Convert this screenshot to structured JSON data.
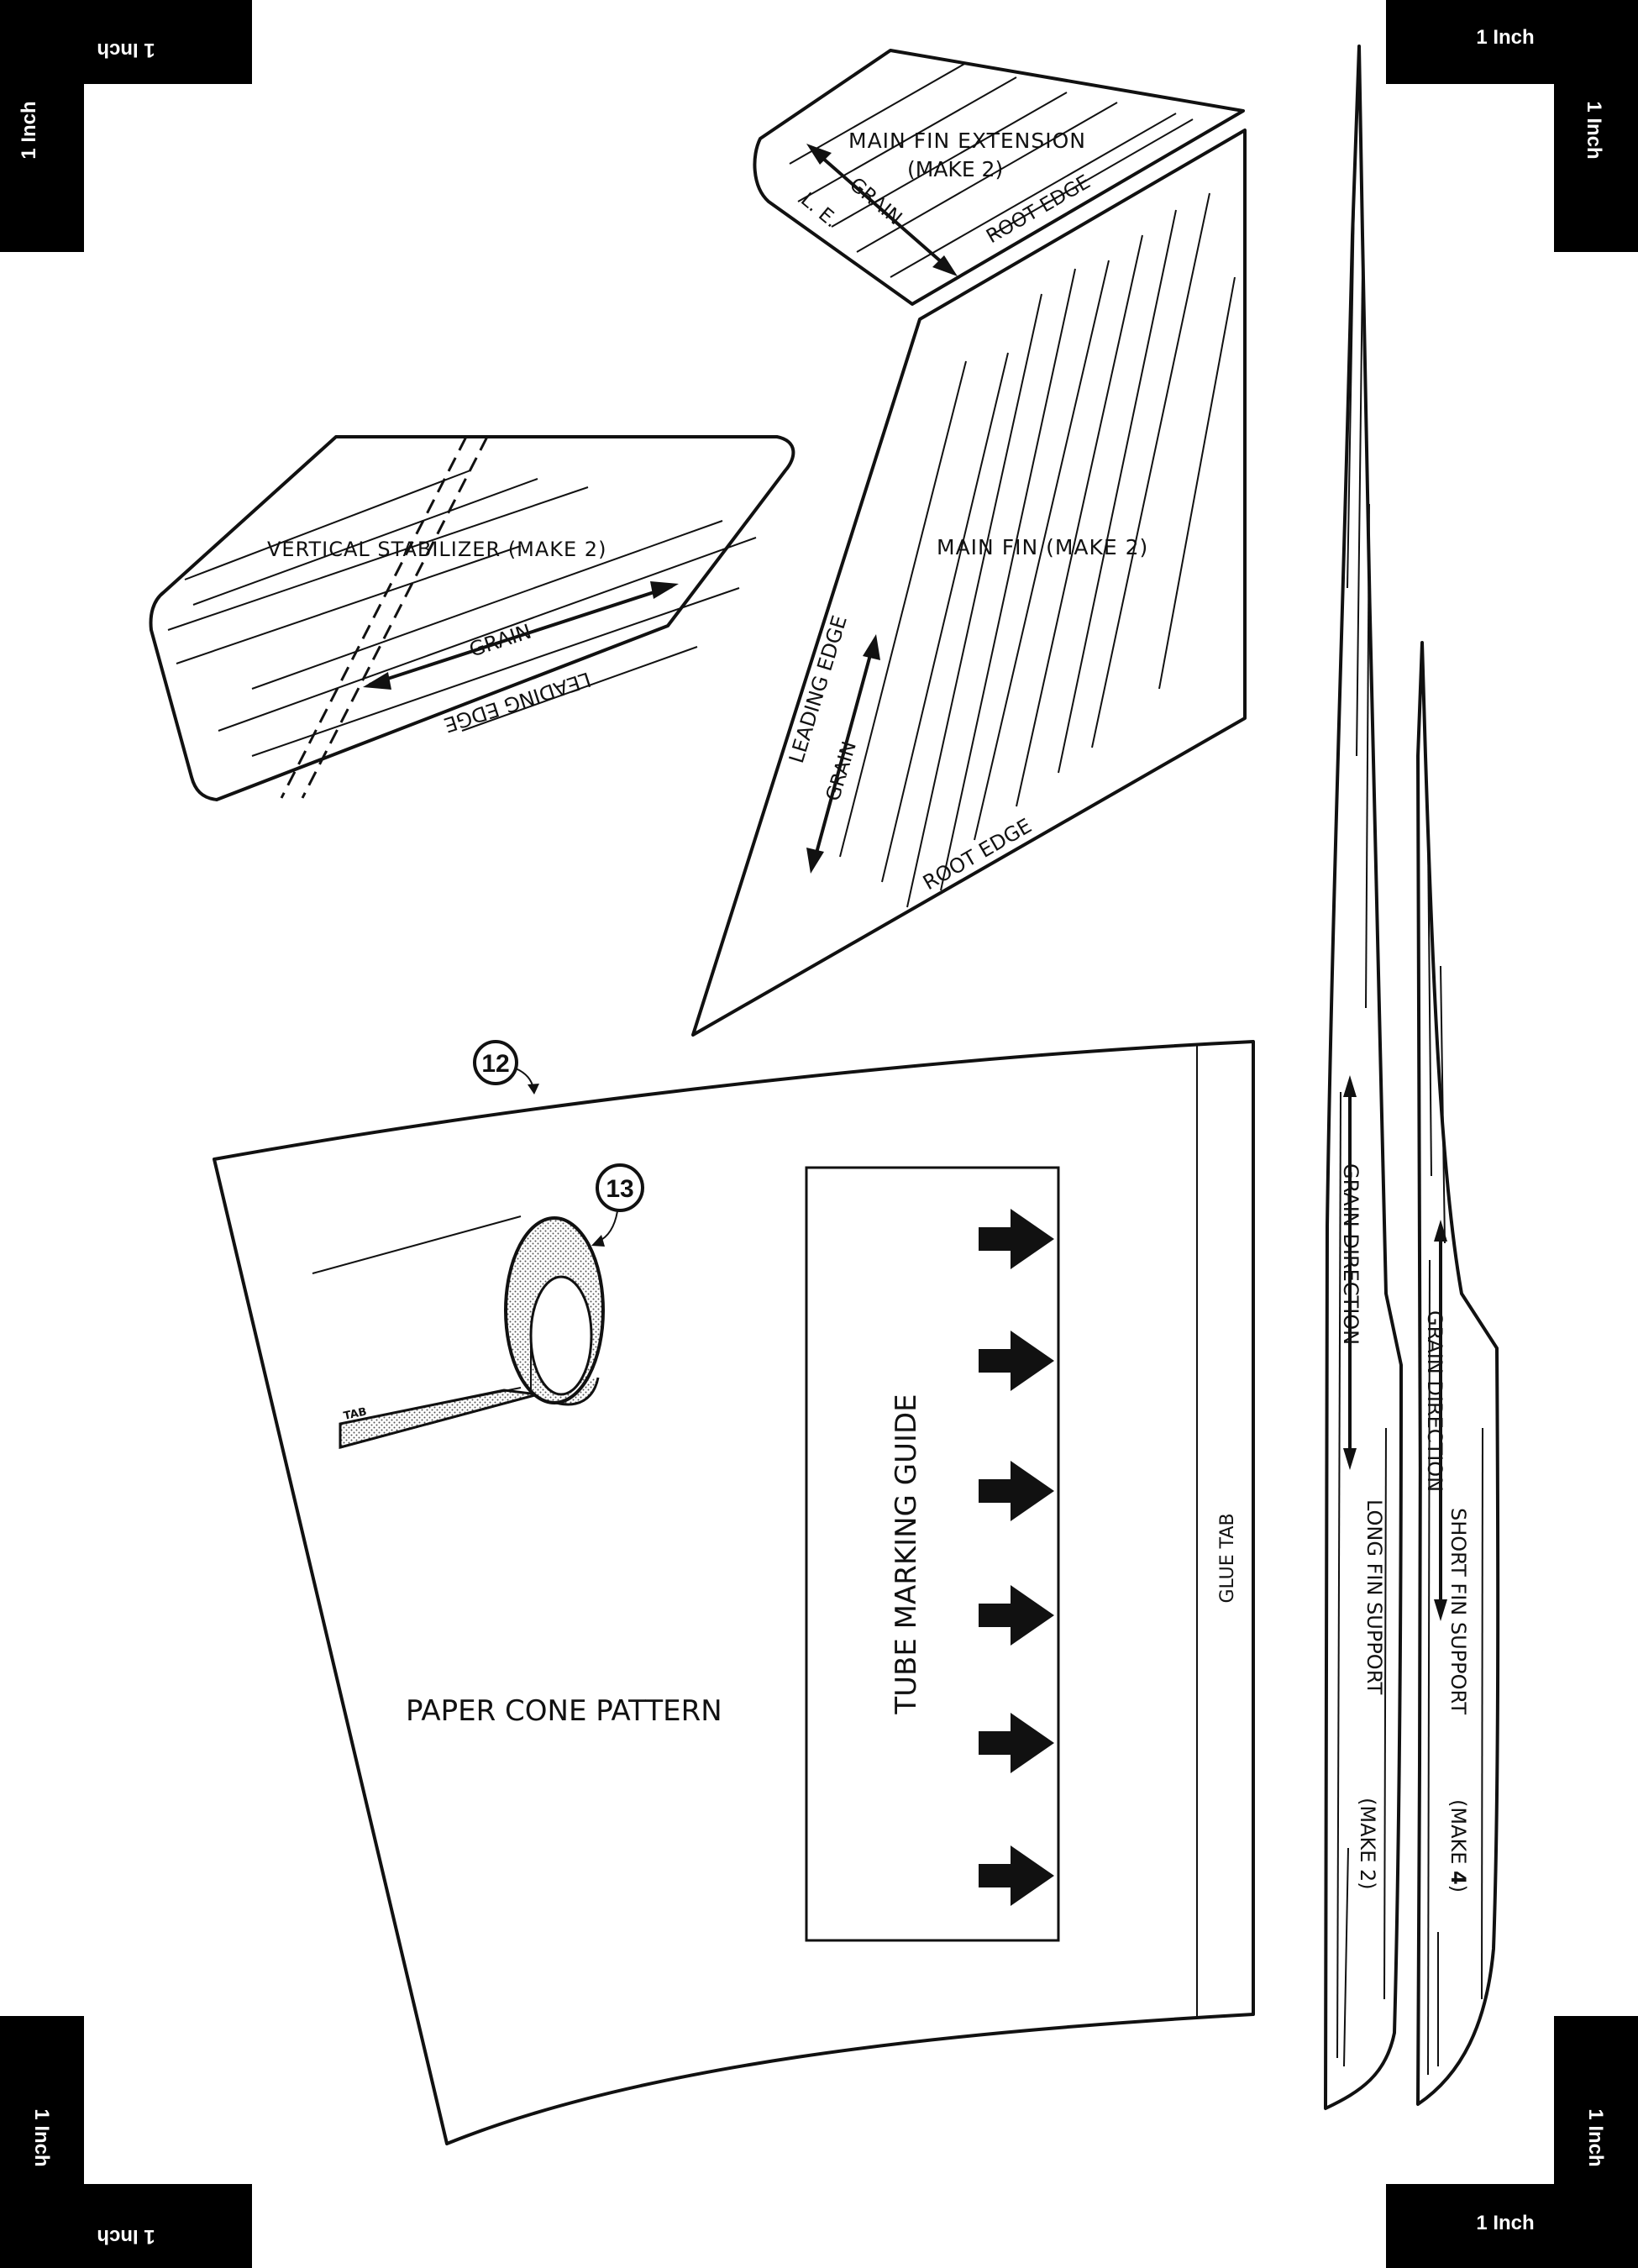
{
  "registration_marks": {
    "label": "1 Inch",
    "color": "#000000"
  },
  "parts": {
    "main_fin_extension": {
      "title": "MAIN FIN EXTENSION",
      "qty": "(MAKE 2)",
      "grain": "GRAIN",
      "le": "L. E.",
      "root": "ROOT EDGE"
    },
    "vertical_stabilizer": {
      "title": "VERTICAL STABILIZER (MAKE 2)",
      "grain": "GRAIN",
      "leading_edge": "LEADING EDGE"
    },
    "main_fin": {
      "title": "MAIN FIN   (MAKE 2)",
      "leading_edge": "LEADING EDGE",
      "grain": "GRAIN",
      "root": "ROOT EDGE"
    },
    "paper_cone": {
      "callout_a": "12",
      "callout_b": "13",
      "tab_text": "TAB",
      "title": "PAPER CONE PATTERN",
      "guide": "TUBE MARKING GUIDE",
      "glue_tab": "GLUE TAB"
    },
    "long_fin_support": {
      "grain": "GRAIN DIRECTION",
      "name": "LONG FIN SUPPORT",
      "qty": "(MAKE 2)"
    },
    "short_fin_support": {
      "grain": "GRAIN DIRECTION",
      "name": "SHORT FIN SUPPORT",
      "qty_prefix": "(MAKE ",
      "qty_num": "4",
      "qty_suffix": ")"
    }
  }
}
